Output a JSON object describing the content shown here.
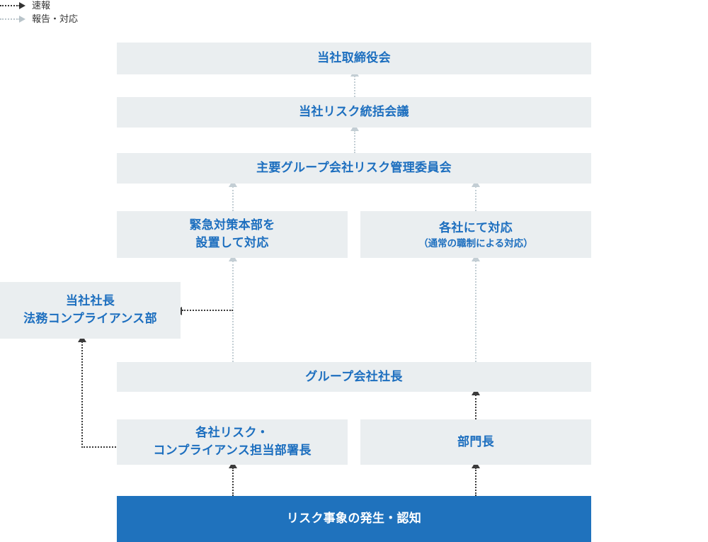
{
  "legend": {
    "items": [
      {
        "label": "速報",
        "style": "dark-dotted-arrow",
        "color": "#333333"
      },
      {
        "label": "報告・対応",
        "style": "gray-dotted-arrow",
        "color": "#b9c4ca"
      }
    ]
  },
  "colors": {
    "box_fill": "#eaeef0",
    "box_text": "#1d6fbf",
    "accent_fill": "#1f72bd",
    "accent_text": "#ffffff",
    "arrow_dark": "#3b3b3b",
    "arrow_gray": "#c3ced4",
    "page_background": "#ffffff"
  },
  "boxes": {
    "board": {
      "label": "当社取締役会"
    },
    "risk_meeting": {
      "label": "当社リスク統括会議"
    },
    "committee": {
      "label": "主要グループ会社リスク管理委員会"
    },
    "emergency": {
      "line1": "緊急対策本部を",
      "line2": "設置して対応"
    },
    "each_company": {
      "line1": "各社にて対応",
      "line2": "（通常の職制による対応）"
    },
    "president": {
      "line1": "当社社長",
      "line2": "法務コンプライアンス部"
    },
    "group_ceo": {
      "label": "グループ会社社長"
    },
    "risk_dept": {
      "line1": "各社リスク・",
      "line2": "コンプライアンス担当部署長"
    },
    "division_head": {
      "label": "部門長"
    },
    "risk_event": {
      "label": "リスク事象の発生・認知"
    }
  },
  "flows": [
    {
      "from": "risk_meeting",
      "to": "board",
      "type": "報告・対応"
    },
    {
      "from": "committee",
      "to": "risk_meeting",
      "type": "報告・対応"
    },
    {
      "from": "emergency",
      "to": "committee",
      "type": "報告・対応"
    },
    {
      "from": "each_company",
      "to": "committee",
      "type": "報告・対応"
    },
    {
      "from": "group_ceo",
      "to": "emergency",
      "type": "報告・対応"
    },
    {
      "from": "group_ceo",
      "to": "each_company",
      "type": "報告・対応"
    },
    {
      "from": "group_ceo_branch",
      "to": "president",
      "type": "速報"
    },
    {
      "from": "risk_dept",
      "to": "president",
      "type": "速報"
    },
    {
      "from": "division_head",
      "to": "group_ceo",
      "type": "速報"
    },
    {
      "from": "risk_event",
      "to": "risk_dept",
      "type": "速報"
    },
    {
      "from": "risk_event",
      "to": "division_head",
      "type": "速報"
    }
  ]
}
